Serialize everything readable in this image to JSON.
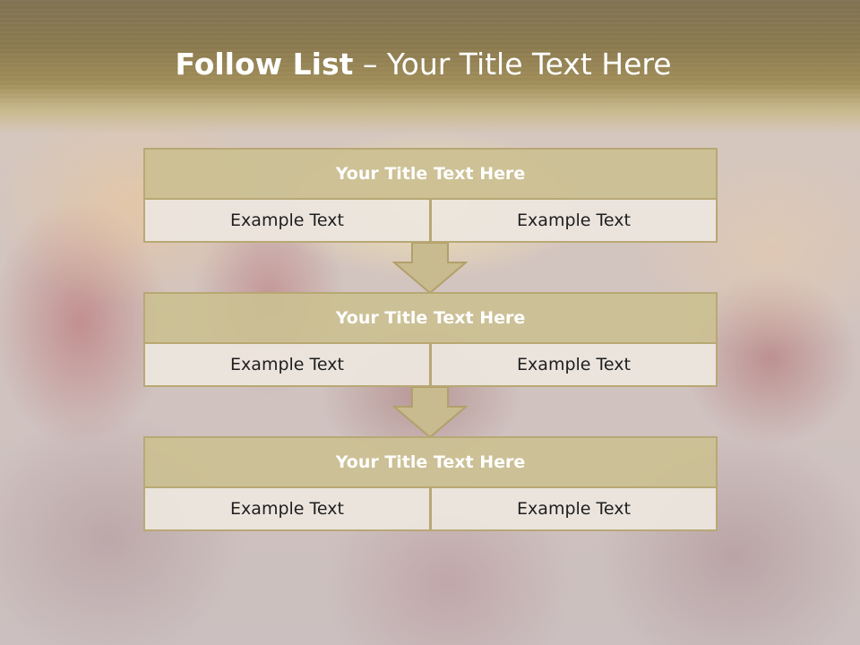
{
  "slide": {
    "title_bold": "Follow List",
    "title_rest": " – Your Title Text Here"
  },
  "flow": {
    "steps": [
      {
        "title": "Your Title Text Here",
        "left": "Example Text",
        "right": "Example Text"
      },
      {
        "title": "Your Title Text Here",
        "left": "Example Text",
        "right": "Example Text"
      },
      {
        "title": "Your Title Text Here",
        "left": "Example Text",
        "right": "Example Text"
      }
    ]
  },
  "colors": {
    "header": "#8b7a4f",
    "box_title_fill": "#cbbf92",
    "box_border": "#b8a874",
    "cell_fill": "#ece6de",
    "arrow_fill": "#c8bb8f"
  }
}
